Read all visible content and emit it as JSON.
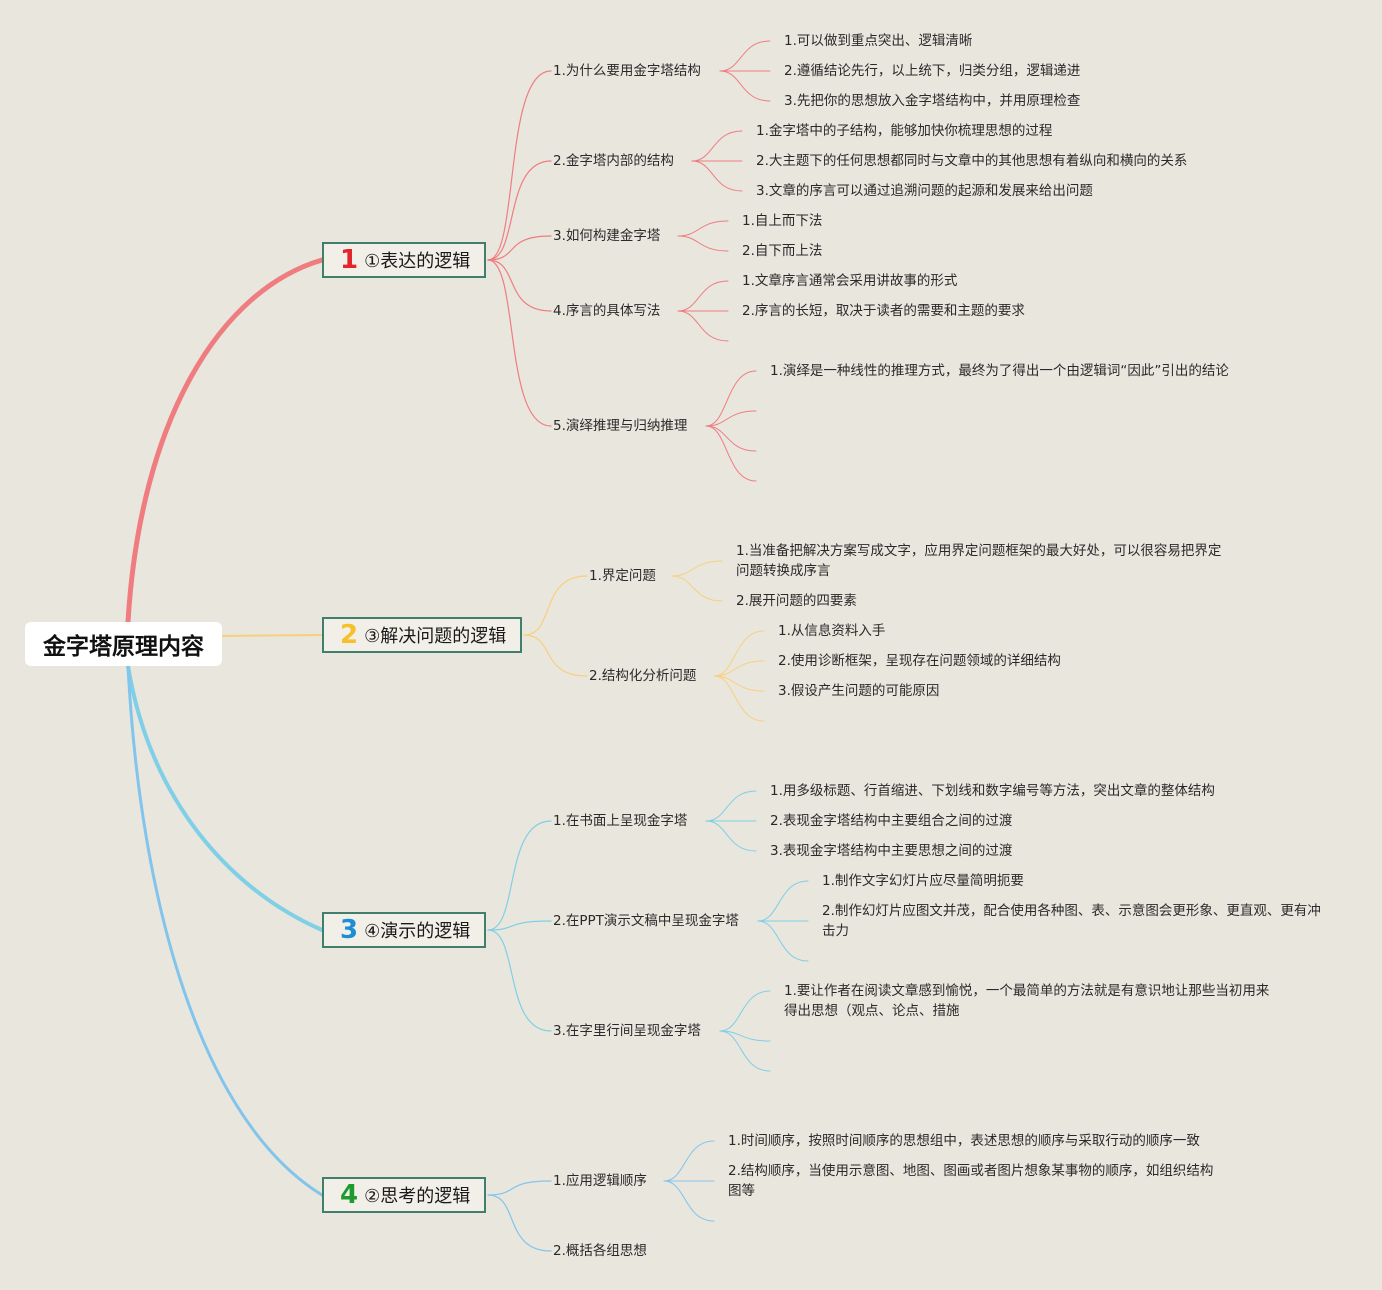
{
  "root": {
    "label": "金字塔原理内容"
  },
  "branches": [
    {
      "number": "1",
      "label": "①表达的逻辑",
      "color": "#ef7d80",
      "numColor": "#e3242b",
      "subs": [
        {
          "label": "1.为什么要用金字塔结构",
          "leaves": [
            "1.可以做到重点突出、逻辑清晰",
            "2.遵循结论先行，以上统下，归类分组，逻辑递进",
            "3.先把你的思想放入金字塔结构中，并用原理检查"
          ]
        },
        {
          "label": "2.金字塔内部的结构",
          "leaves": [
            "1.金字塔中的子结构，能够加快你梳理思想的过程",
            "2.大主题下的任何思想都同时与文章中的其他思想有着纵向和横向的关系",
            "3.文章的序言可以通过追溯问题的起源和发展来给出问题"
          ]
        },
        {
          "label": "3.如何构建金字塔",
          "leaves": [
            "1.自上而下法",
            "2.自下而上法"
          ]
        },
        {
          "label": "4.序言的具体写法",
          "leaves": [
            "1.文章序言通常会采用讲故事的形式",
            "2.序言的长短，取决于读者的需要和主题的要求",
            ""
          ]
        },
        {
          "label": "5.演绎推理与归纳推理",
          "leaves": [
            "1.演绎是一种线性的推理方式，最终为了得出一个由逻辑词“因此”引出的结论",
            "",
            "",
            ""
          ]
        }
      ]
    },
    {
      "number": "2",
      "label": "③解决问题的逻辑",
      "color": "#f8cf7e",
      "numColor": "#f5c02a",
      "subs": [
        {
          "label": "1.界定问题",
          "leaves": [
            "1.当准备把解决方案写成文字，应用界定问题框架的最大好处，可以很容易把界定问题转换成序言",
            "2.展开问题的四要素"
          ]
        },
        {
          "label": "2.结构化分析问题",
          "leaves": [
            "1.从信息资料入手",
            "2.使用诊断框架，呈现存在问题领域的详细结构",
            "3.假设产生问题的可能原因",
            ""
          ]
        }
      ]
    },
    {
      "number": "3",
      "label": "④演示的逻辑",
      "color": "#7fcfe6",
      "numColor": "#1a8fd6",
      "subs": [
        {
          "label": "1.在书面上呈现金字塔",
          "leaves": [
            "1.用多级标题、行首缩进、下划线和数字编号等方法，突出文章的整体结构",
            "2.表现金字塔结构中主要组合之间的过渡",
            "3.表现金字塔结构中主要思想之间的过渡"
          ]
        },
        {
          "label": "2.在PPT演示文稿中呈现金字塔",
          "leaves": [
            "1.制作文字幻灯片应尽量简明扼要",
            "2.制作幻灯片应图文并茂，配合使用各种图、表、示意图会更形象、更直观、更有冲击力",
            ""
          ]
        },
        {
          "label": "3.在字里行间呈现金字塔",
          "leaves": [
            "1.要让作者在阅读文章感到愉悦，一个最简单的方法就是有意识地让那些当初用来得出思想（观点、论点、措施",
            "",
            ""
          ]
        }
      ]
    },
    {
      "number": "4",
      "label": "②思考的逻辑",
      "color": "#82c5ec",
      "numColor": "#1e9a2e",
      "subs": [
        {
          "label": "1.应用逻辑顺序",
          "leaves": [
            "1.时间顺序，按照时间顺序的思想组中，表述思想的顺序与采取行动的顺序一致",
            "2.结构顺序，当使用示意图、地图、图画或者图片想象某事物的顺序，如组织结构图等",
            ""
          ]
        },
        {
          "label": "2.概括各组思想",
          "leaves": []
        }
      ]
    }
  ]
}
